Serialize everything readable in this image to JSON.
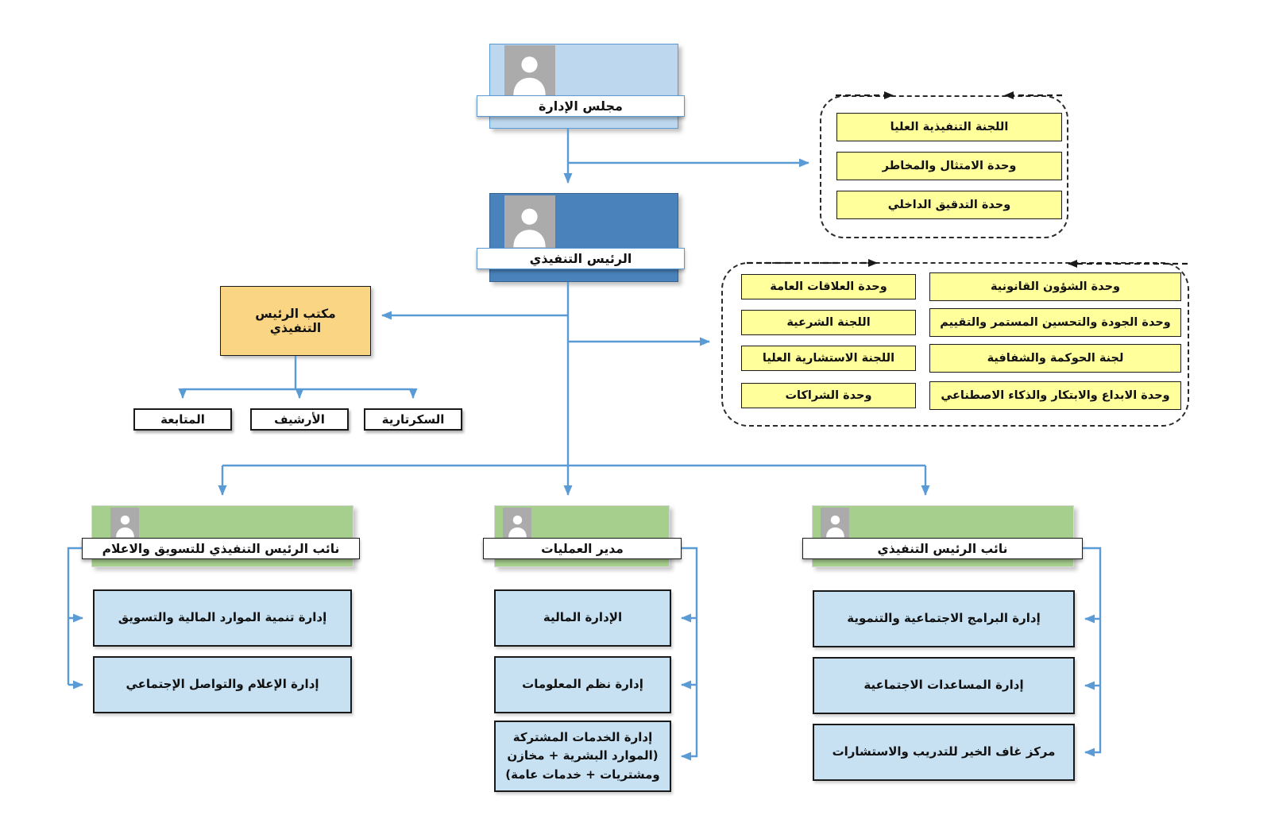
{
  "nodes": {
    "board": "مجلس الإدارة",
    "ceo": "الرئيس التنفيذي",
    "ceo_office": "مكتب الرئيس التنفيذي",
    "office_units": [
      "المتابعة",
      "الأرشيف",
      "السكرتارية"
    ]
  },
  "oversight": {
    "items": [
      "اللجنة التنفيذية العليا",
      "وحدة الامتثال والمخاطر",
      "وحدة التدقيق الداخلي"
    ]
  },
  "advisory": {
    "left": [
      "وحدة العلاقات العامة",
      "اللجنة الشرعية",
      "اللجنة الاستشارية العليا",
      "وحدة الشراكات"
    ],
    "right": [
      "وحدة الشؤون القانونية",
      "وحدة الجودة والتحسين المستمر والتقييم",
      "لجنة الحوكمة والشفافية",
      "وحدة الابداع والابتكار والذكاء الاصطناعي"
    ]
  },
  "divisions": [
    {
      "label": "نائب الرئيس التنفيذي للتسويق والاعلام",
      "departments": [
        "إدارة تنمية الموارد المالية والتسويق",
        "إدارة الإعلام والتواصل الإجتماعي"
      ]
    },
    {
      "label": "مدير العمليات",
      "departments": [
        "الإدارة المالية",
        "إدارة نظم المعلومات",
        "إدارة الخدمات المشتركة (الموارد البشرية + مخازن ومشتريات + خدمات عامة)"
      ]
    },
    {
      "label": "نائب الرئيس التنفيذي",
      "departments": [
        "إدارة البرامج الاجتماعية والتنموية",
        "إدارة المساعدات الاجتماعية",
        "مركز غاف الخير للتدريب والاستشارات"
      ]
    }
  ],
  "colors": {
    "board_fill": "#BDD7EE",
    "ceo_fill": "#4A83BC",
    "division_fill": "#A6CE8C",
    "unit_fill": "#FFFF9C",
    "office_fill": "#FAD583",
    "department_fill": "#C7E1F2",
    "connector_blue": "#5B9BD5",
    "avatar_gray": "#ABABAB"
  }
}
